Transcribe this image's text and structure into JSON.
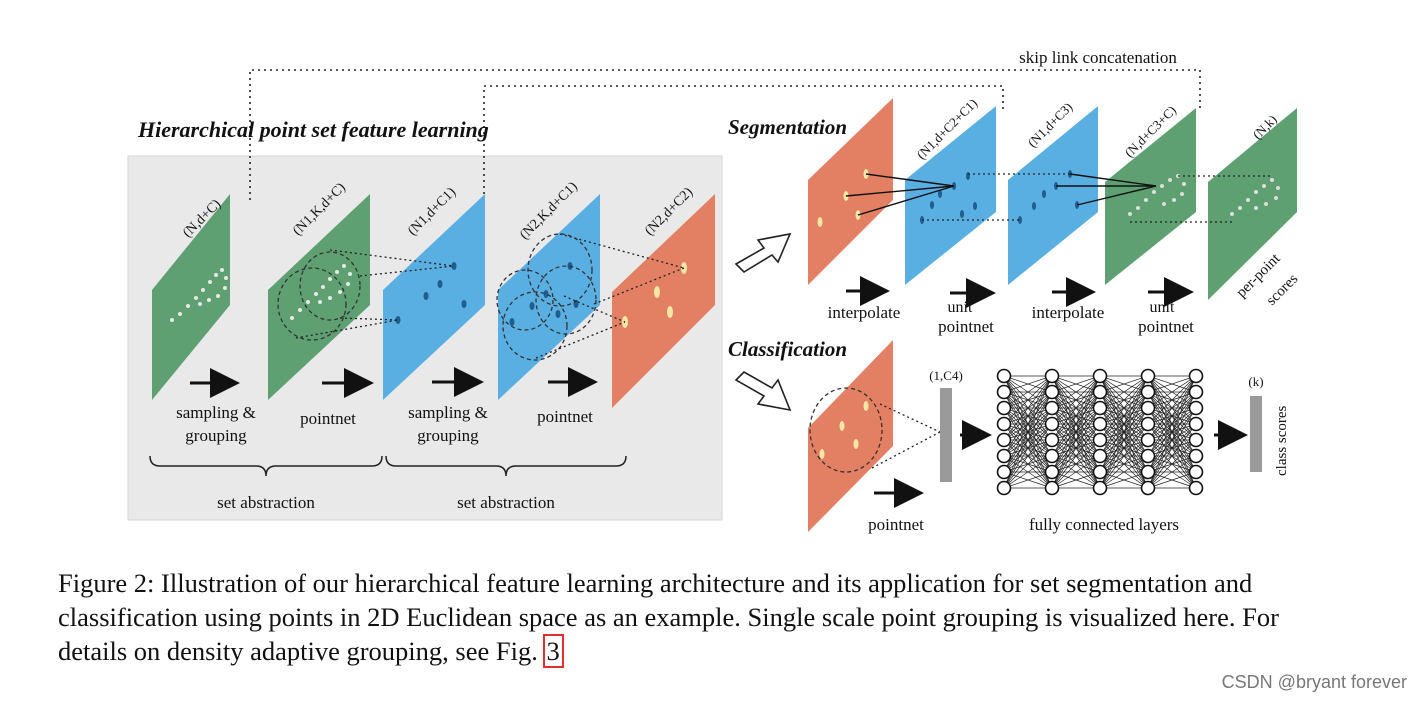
{
  "colors": {
    "green": "#5fa073",
    "blue": "#5aafe2",
    "red": "#e37f63",
    "panel": "#e9e9e9",
    "point": "#f1e7a6",
    "blue_point": "#1f5e8e"
  },
  "header": {
    "hierarchical_title": "Hierarchical point set feature learning",
    "skip_link": "skip link concatenation"
  },
  "encoder": {
    "layers": [
      "(N,d+C)",
      "(N1,K,d+C)",
      "(N1,d+C1)",
      "(N2,K,d+C1)",
      "(N2,d+C2)"
    ],
    "steps": [
      "sampling &",
      "grouping",
      "pointnet",
      "sampling &",
      "grouping",
      "pointnet"
    ],
    "set_abstraction": "set abstraction"
  },
  "segmentation": {
    "title": "Segmentation",
    "layers": [
      "(N1,d+C2+C1)",
      "(N1,d+C3)",
      "(N,d+C3+C)",
      "(N,k)"
    ],
    "steps": [
      "interpolate",
      "unit",
      "pointnet",
      "interpolate",
      "unit",
      "pointnet"
    ],
    "scores": [
      "per-point",
      "scores"
    ]
  },
  "classification": {
    "title": "Classification",
    "vector_label": "(1,C4)",
    "pointnet": "pointnet",
    "fc": "fully connected layers",
    "k_label": "(k)",
    "class_scores": "class scores"
  },
  "caption": {
    "text": "Figure 2: Illustration of our hierarchical feature learning architecture and its application for set segmentation and classification using points in 2D Euclidean space as an example. Single scale point grouping is visualized here. For details on density adaptive grouping, see Fig. ",
    "fig_ref": "3"
  },
  "watermark": "CSDN @bryant forever"
}
